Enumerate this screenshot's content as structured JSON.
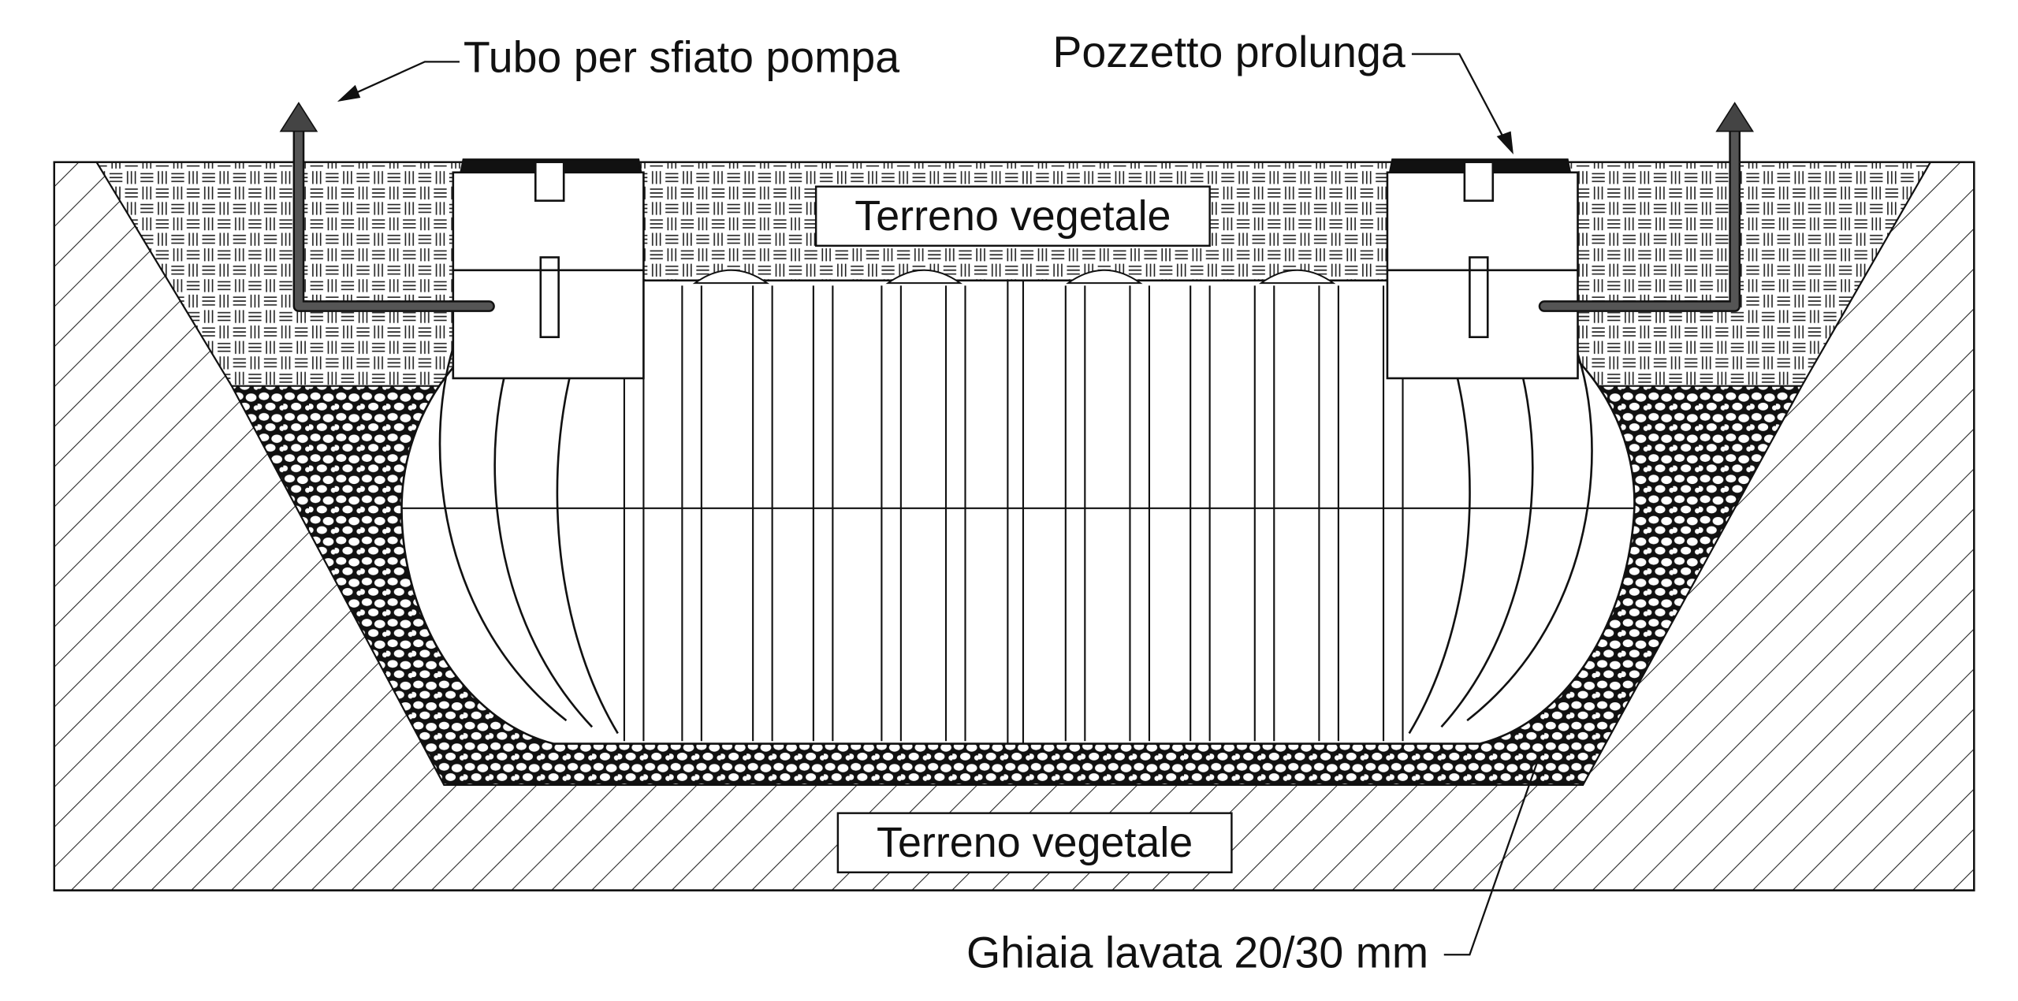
{
  "labels": {
    "vent_pipe": "Tubo per sfiato pompa",
    "extension_shaft": "Pozzetto prolunga",
    "topsoil_top": "Terreno vegetale",
    "topsoil_bottom": "Terreno vegetale",
    "gravel": "Ghiaia lavata 20/30 mm"
  },
  "colors": {
    "line": "#111111",
    "pipe": "#4a4a4a",
    "background": "#ffffff"
  }
}
